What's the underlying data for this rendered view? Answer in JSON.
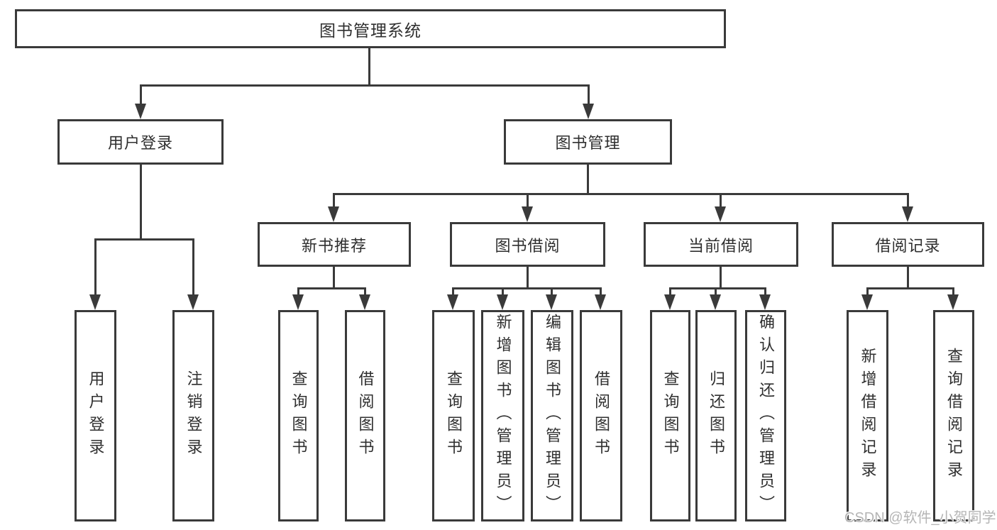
{
  "diagram": {
    "root": {
      "label": "图书管理系统"
    },
    "branches": [
      {
        "label": "用户登录",
        "children": [
          {
            "label": "用户登录"
          },
          {
            "label": "注销登录"
          }
        ]
      },
      {
        "label": "图书管理",
        "children": [
          {
            "label": "新书推荐",
            "children": [
              {
                "label": "查询图书"
              },
              {
                "label": "借阅图书"
              }
            ]
          },
          {
            "label": "图书借阅",
            "children": [
              {
                "label": "查询图书"
              },
              {
                "label": "新增图书（管理员）"
              },
              {
                "label": "编辑图书（管理员）"
              },
              {
                "label": "借阅图书"
              }
            ]
          },
          {
            "label": "当前借阅",
            "children": [
              {
                "label": "查询图书"
              },
              {
                "label": "归还图书"
              },
              {
                "label": "确认归还（管理员）"
              }
            ]
          },
          {
            "label": "借阅记录",
            "children": [
              {
                "label": "新增借阅记录"
              },
              {
                "label": "查询借阅记录"
              }
            ]
          }
        ]
      }
    ]
  },
  "watermark": {
    "text": "CSDN @软件_小贺同学"
  },
  "colors": {
    "line": "#3a3a3a",
    "text": "#2f2f2f",
    "watermark": "#b5b5b5",
    "background": "#ffffff"
  }
}
